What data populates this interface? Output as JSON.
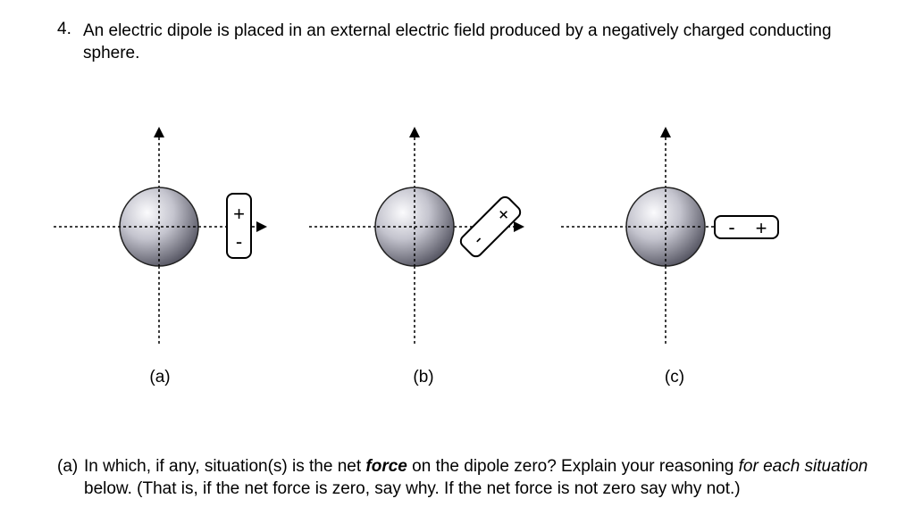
{
  "question": {
    "number": "4.",
    "text": "An electric dipole is placed in an external electric field produced by a negatively charged conducting sphere."
  },
  "figure": {
    "panels": [
      {
        "label": "(a)",
        "dipole_orientation": "vertical",
        "top_charge": "+",
        "bottom_charge": "-"
      },
      {
        "label": "(b)",
        "dipole_orientation": "diagonal",
        "top_charge": "+",
        "bottom_charge": "-"
      },
      {
        "label": "(c)",
        "dipole_orientation": "horizontal",
        "left_charge": "-",
        "right_charge": "+"
      }
    ]
  },
  "part_a": {
    "label": "(a)",
    "text_1": "In which, if any, situation(s) is the net ",
    "emph_force": "force",
    "text_2": " on the dipole zero?  Explain your reasoning ",
    "emph_for": "for each situation",
    "text_3": " below. (That is, if the net force is zero, say why. If the net force is not zero say why not.)"
  },
  "colors": {
    "sphere_light": "#f2f2f6",
    "sphere_dark": "#5a5a68",
    "ink": "#000000"
  }
}
